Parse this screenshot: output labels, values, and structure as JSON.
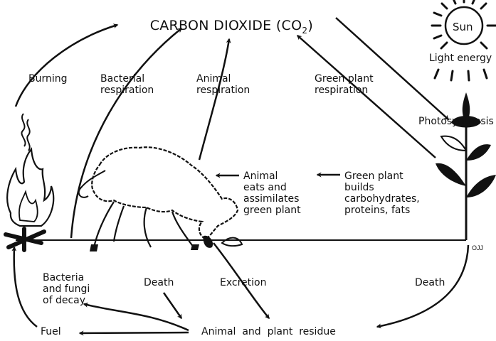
{
  "title": {
    "main": "CARBON DIOXIDE (CO",
    "subscript": "2",
    "close": ")"
  },
  "sun": {
    "label": "Sun",
    "energy": "Light energy"
  },
  "process": {
    "burning": "Burning",
    "bacterial_respiration": "Bacterial\nrespiration",
    "animal_respiration": "Animal\nrespiration",
    "green_plant_respiration": "Green plant\nrespiration",
    "photosynthesis": "Photosynthesis",
    "animal_eats": "Animal\neats and\nassimilates\ngreen plant",
    "plant_builds": "Green plant\nbuilds\ncarbohydrates,\nproteins, fats",
    "bacteria_decay": "Bacteria\nand fungi\nof decay",
    "death_animal": "Death",
    "excretion": "Excretion",
    "death_plant": "Death",
    "fuel": "Fuel",
    "residue": "Animal  and  plant  residue"
  },
  "signature": "OJJ"
}
